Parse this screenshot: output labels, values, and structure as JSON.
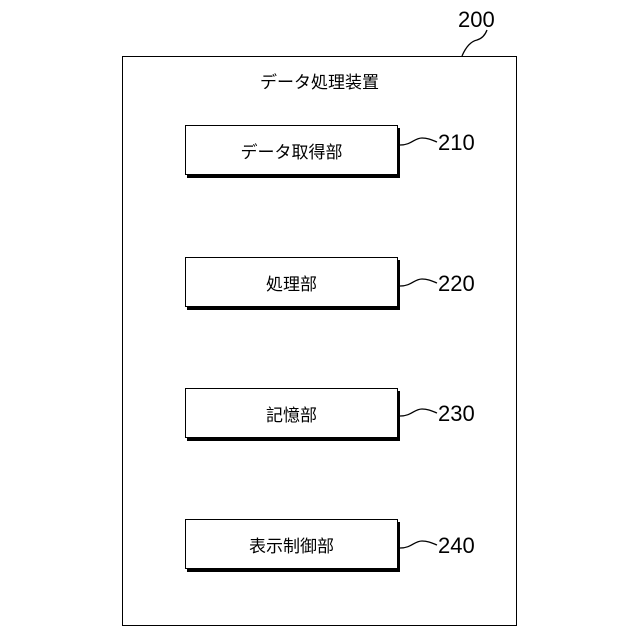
{
  "device": {
    "ref": "200",
    "title": "データ処理装置"
  },
  "components": [
    {
      "ref": "210",
      "label": "データ取得部"
    },
    {
      "ref": "220",
      "label": "処理部"
    },
    {
      "ref": "230",
      "label": "記憶部"
    },
    {
      "ref": "240",
      "label": "表示制御部"
    }
  ]
}
